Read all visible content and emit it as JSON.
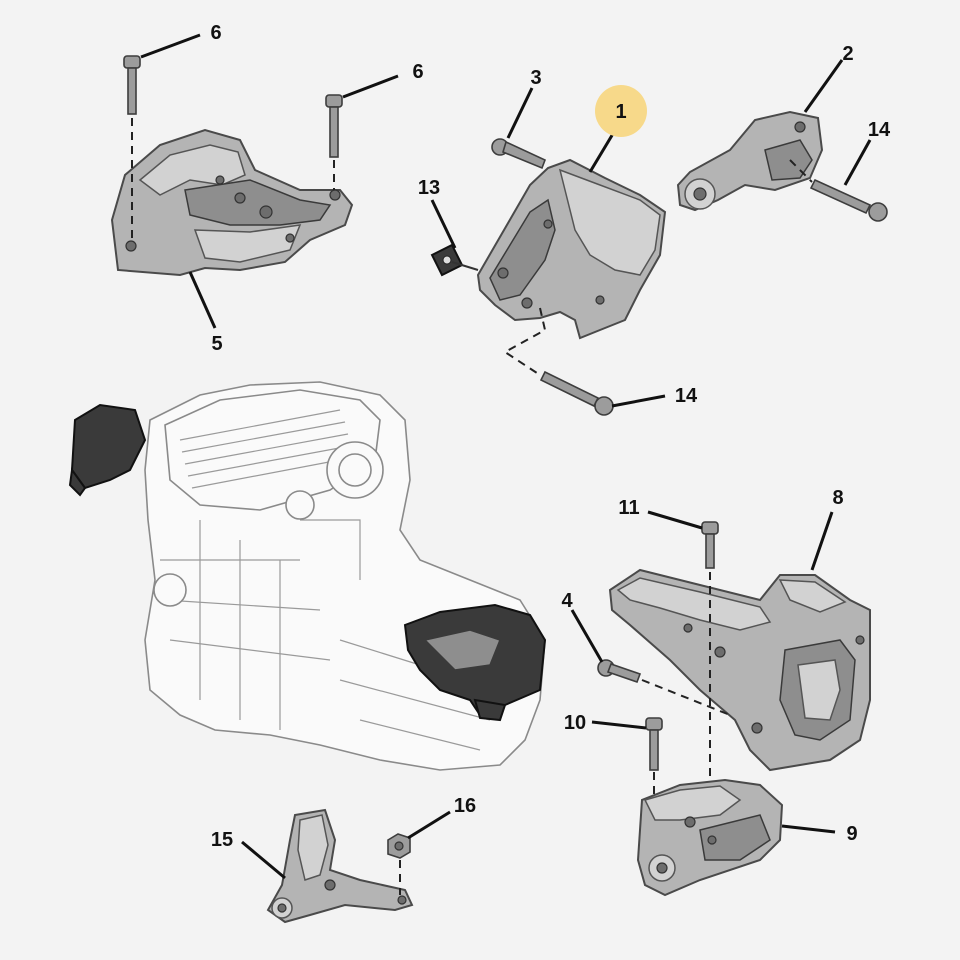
{
  "callouts": [
    {
      "id": "label-1",
      "text": "1"
    },
    {
      "id": "label-2",
      "text": "2"
    },
    {
      "id": "label-3",
      "text": "3"
    },
    {
      "id": "label-4",
      "text": "4"
    },
    {
      "id": "label-5",
      "text": "5"
    },
    {
      "id": "label-6a",
      "text": "6"
    },
    {
      "id": "label-6b",
      "text": "6"
    },
    {
      "id": "label-8",
      "text": "8"
    },
    {
      "id": "label-9",
      "text": "9"
    },
    {
      "id": "label-10",
      "text": "10"
    },
    {
      "id": "label-11",
      "text": "11"
    },
    {
      "id": "label-13",
      "text": "13"
    },
    {
      "id": "label-14a",
      "text": "14"
    },
    {
      "id": "label-14b",
      "text": "14"
    },
    {
      "id": "label-15",
      "text": "15"
    },
    {
      "id": "label-16",
      "text": "16"
    }
  ],
  "colors": {
    "background": "#f3f3f3",
    "highlight": "#f7d98a",
    "part": "#b4b4b4",
    "leader": "#111111"
  }
}
